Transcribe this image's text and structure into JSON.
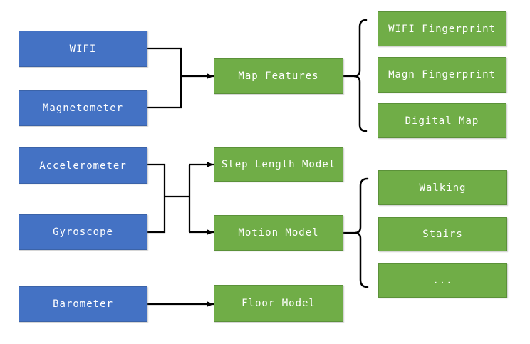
{
  "diagram": {
    "sensors": [
      {
        "label": "WIFI"
      },
      {
        "label": "Magnetometer"
      },
      {
        "label": "Accelerometer"
      },
      {
        "label": "Gyroscope"
      },
      {
        "label": "Barometer"
      }
    ],
    "models": [
      {
        "label": "Map Features"
      },
      {
        "label": "Step Length Model"
      },
      {
        "label": "Motion Model"
      },
      {
        "label": "Floor Model"
      }
    ],
    "map_feature_outputs": [
      {
        "label": "WIFI Fingerprint"
      },
      {
        "label": "Magn Fingerprint"
      },
      {
        "label": "Digital Map"
      }
    ],
    "motion_model_outputs": [
      {
        "label": "Walking"
      },
      {
        "label": "Stairs"
      },
      {
        "label": "..."
      }
    ],
    "colors": {
      "sensor_fill": "#4472c4",
      "sensor_border": "#3b63a8",
      "model_fill": "#70ad47",
      "model_border": "#5b9139",
      "connector": "#000000",
      "text": "#ffffff",
      "background": "#ffffff"
    }
  }
}
